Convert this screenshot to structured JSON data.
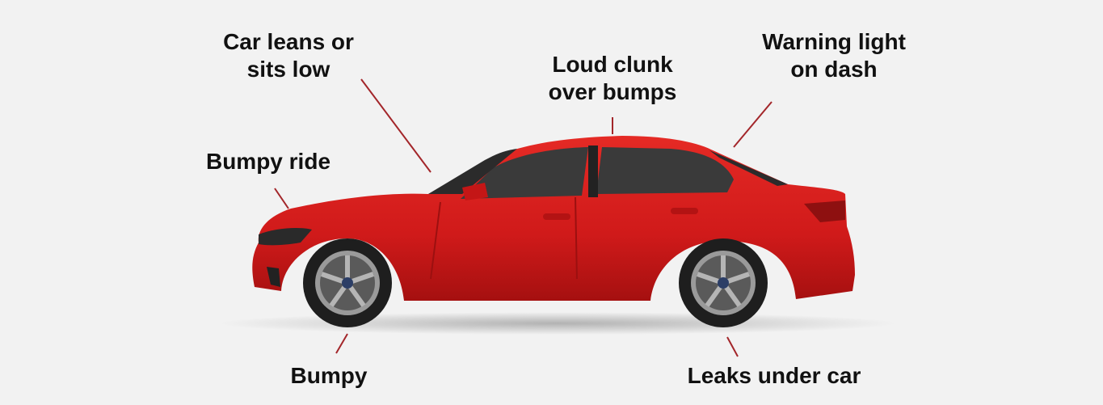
{
  "labels": {
    "leans": "Car leans or\nsits low",
    "leans_line1": "Car leans or",
    "leans_line2": "sits low",
    "clunk_line1": "Loud clunk",
    "clunk_line2": "over bumps",
    "warning_line1": "Warning light",
    "warning_line2": "on dash",
    "bumpy_ride": "Bumpy ride",
    "bumpy": "Bumpy",
    "leaks": "Leaks under car"
  },
  "colors": {
    "background": "#f2f2f2",
    "car_body": "#d81e1e",
    "leader_line": "#a3262a"
  }
}
